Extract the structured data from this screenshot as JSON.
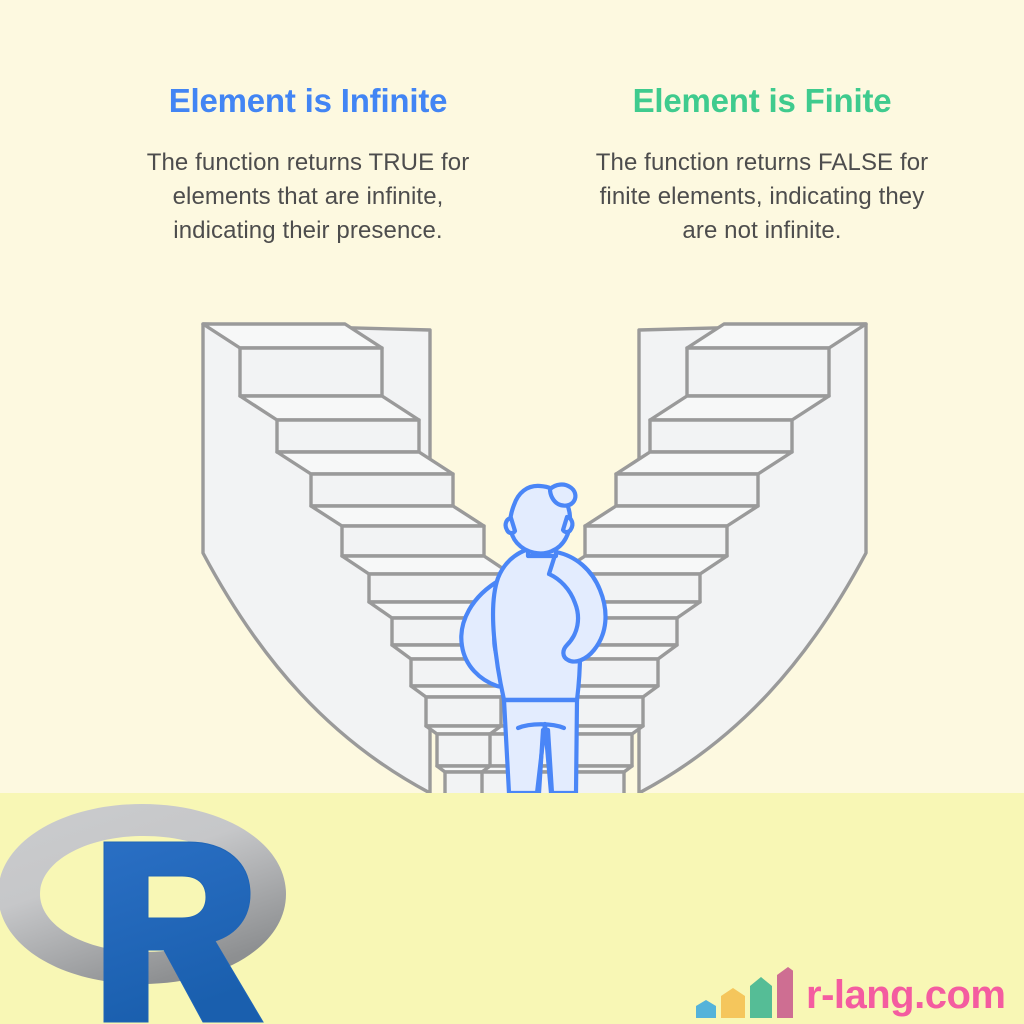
{
  "poster": {
    "background_top": "#fdf9e0",
    "background_bottom": "#f8f7b5"
  },
  "columns": [
    {
      "heading": "Element is Infinite",
      "heading_color": "#4285f4",
      "body": "The function returns TRUE for elements that are infinite, indicating their presence."
    },
    {
      "heading": "Element is Finite",
      "heading_color": "#3fcb8e",
      "body": "The function returns FALSE for finite elements, indicating they are not infinite."
    }
  ],
  "illustration": {
    "description": "V-shaped double staircase with a person standing at the bottom scratching their head",
    "line_color": "#9a9a9a",
    "step_fill": "#f2f3f4",
    "figure_stroke": "#4a86f7",
    "figure_fill": "#e3ecfe"
  },
  "footer": {
    "r_logo": {
      "letter": "R",
      "letter_color": "#1f65b7",
      "ring_color": "#bcbec0"
    },
    "brand": {
      "text": "r-lang.com",
      "text_color": "#f45ca0",
      "bars": [
        {
          "color": "#54b3da",
          "height": 18
        },
        {
          "color": "#f5c65c",
          "height": 28
        },
        {
          "color": "#55bd96",
          "height": 38
        },
        {
          "color": "#ce6e92",
          "height": 48
        }
      ]
    }
  }
}
